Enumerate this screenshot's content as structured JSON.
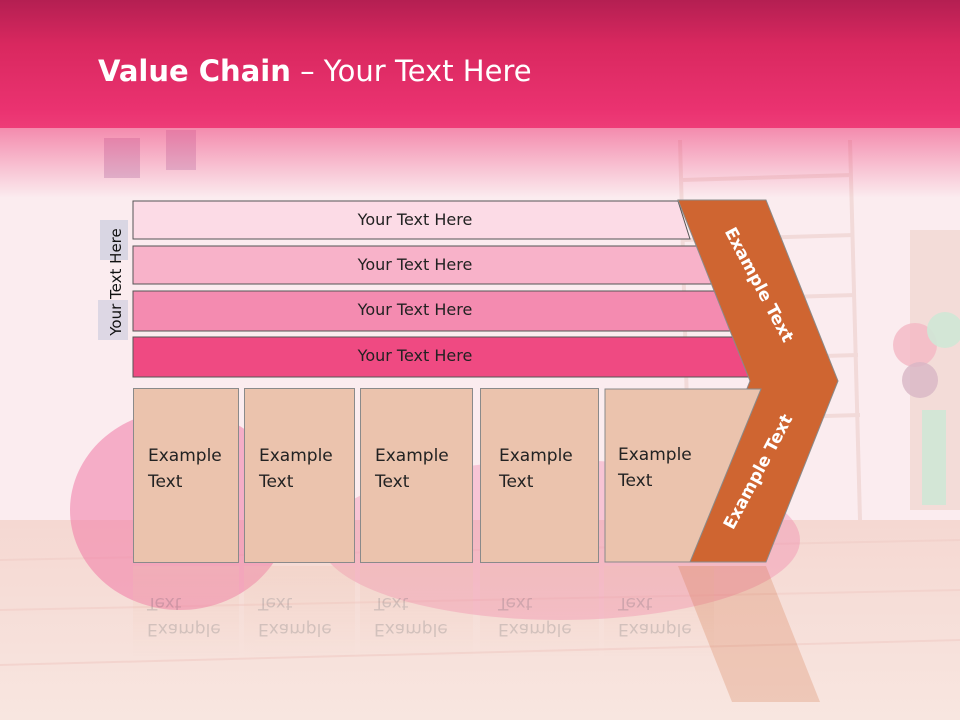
{
  "slide": {
    "title_bold": "Value Chain",
    "title_rest": " – Your Text Here",
    "side_label": "Your Text Here"
  },
  "bars": [
    {
      "label": "Your Text Here",
      "color": "#fcdbe6"
    },
    {
      "label": "Your Text Here",
      "color": "#f8b2c9"
    },
    {
      "label": "Your Text Here",
      "color": "#f48bb0"
    },
    {
      "label": "Your Text Here",
      "color": "#ef4a82"
    }
  ],
  "boxes": [
    {
      "line1": "Example",
      "line2": "Text"
    },
    {
      "line1": "Example",
      "line2": "Text"
    },
    {
      "line1": "Example",
      "line2": "Text"
    },
    {
      "line1": "Example",
      "line2": "Text"
    },
    {
      "line1": "Example",
      "line2": "Text"
    }
  ],
  "chevron": {
    "upper_label": "Example Text",
    "lower_label": "Example Text",
    "color": "#cf6531"
  },
  "colors": {
    "header": "#e42e6a",
    "box_fill": "#ebc3ad"
  }
}
